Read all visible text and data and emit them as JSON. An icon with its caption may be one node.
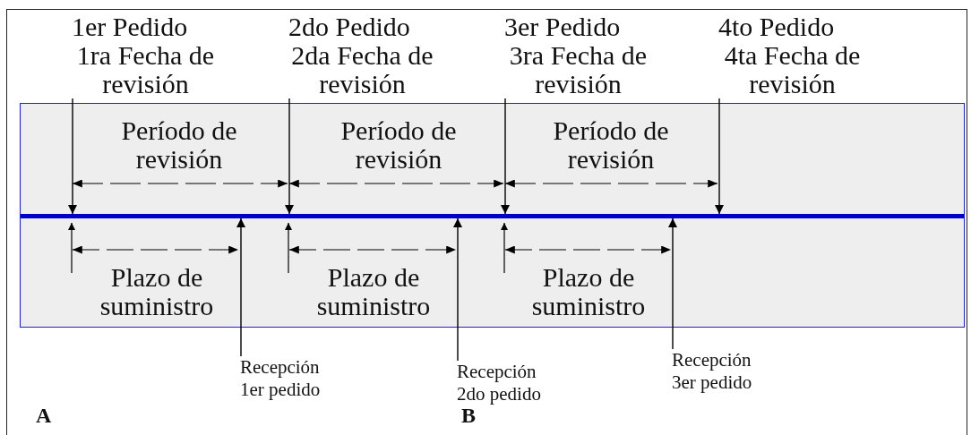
{
  "diagram": {
    "nodes": [
      {
        "text": [
          "1er Pedido",
          "1ra Fecha de revisión"
        ]
      },
      {
        "text": [
          "2do Pedido",
          "2da Fecha de revisión"
        ]
      },
      {
        "text": [
          "3er Pedido",
          "3ra Fecha de revisión"
        ]
      },
      {
        "text": [
          "4to Pedido",
          "4ta Fecha de revisión"
        ]
      },
      {
        "text": [],
        "shape": "box"
      },
      {
        "text": [],
        "shape": "bar",
        "in": 4
      },
      {
        "text": [
          "Recepción 1er pedido"
        ]
      },
      {
        "text": [
          "Recepción 2do pedido"
        ]
      },
      {
        "text": [
          "Recepción 3er pedido"
        ]
      }
    ],
    "edges": [
      {
        "from": 0,
        "to": 5,
        "arrow": "to"
      },
      {
        "from": 1,
        "to": 5,
        "arrow": "to"
      },
      {
        "from": 2,
        "to": 5,
        "arrow": "to"
      },
      {
        "from": 3,
        "to": 5,
        "arrow": "to"
      },
      {
        "from": 6,
        "to": 5,
        "arrow": "to"
      },
      {
        "from": 7,
        "to": 5,
        "arrow": "to"
      },
      {
        "from": 8,
        "to": 5,
        "arrow": "to"
      }
    ],
    "labels": [
      "Período de revisión",
      "Período de revisión",
      "Período de revisión",
      "Plazo de suministro",
      "Plazo de suministro",
      "Plazo de suministro",
      "A",
      "B"
    ]
  }
}
